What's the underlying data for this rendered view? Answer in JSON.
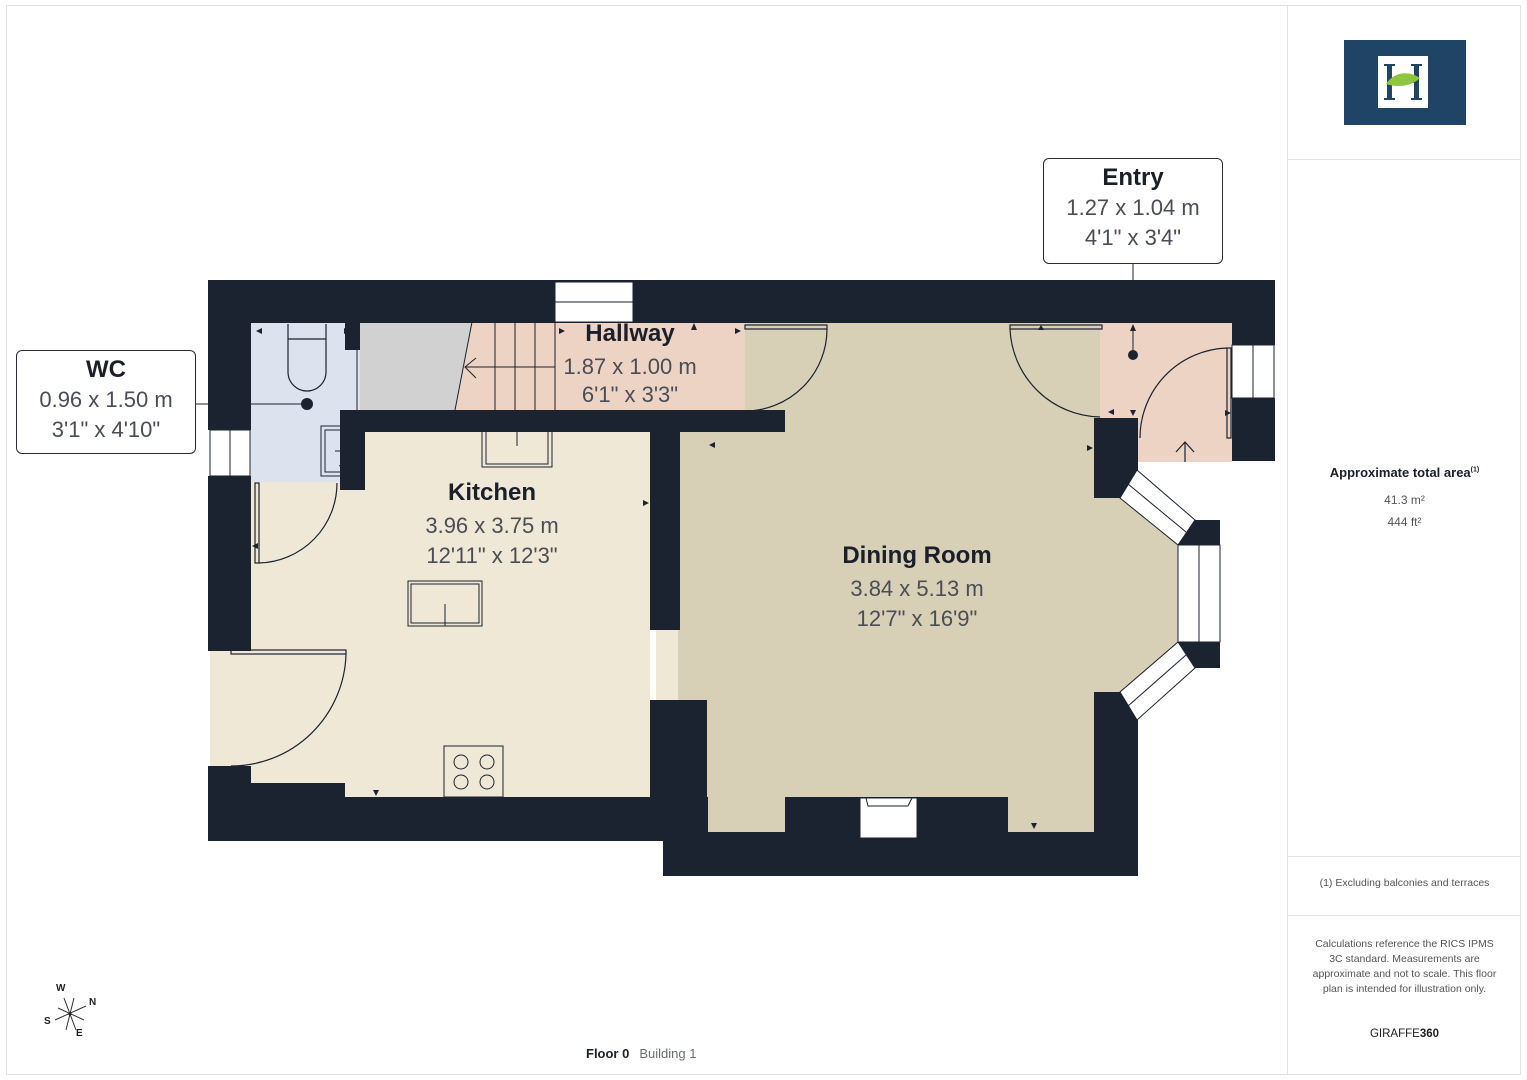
{
  "rooms": [
    {
      "name": "Hallway",
      "metric": "1.87 x 1.00 m",
      "imperial": "6'1\" x 3'3\"",
      "color": "#ecd3c4"
    },
    {
      "name": "Kitchen",
      "metric": "3.96 x 3.75 m",
      "imperial": "12'11\" x 12'3\"",
      "color": "#efe8d6"
    },
    {
      "name": "Dining Room",
      "metric": "3.84 x 5.13 m",
      "imperial": "12'7\" x 16'9\"",
      "color": "#d8cfb7"
    }
  ],
  "callouts": {
    "wc": {
      "name": "WC",
      "metric": "0.96 x 1.50 m",
      "imperial": "3'1\" x 4'10\"",
      "color": "#dde3ee"
    },
    "entry": {
      "name": "Entry",
      "metric": "1.27 x 1.04 m",
      "imperial": "4'1\" x 3'4\"",
      "color": "#ecd3c4"
    }
  },
  "stairs_color": "#d1d1d1",
  "wall_color": "#1b2230",
  "sidebar": {
    "logo_letter": "H",
    "logo_bg": "#1f4466",
    "logo_accent": "#8dc63f",
    "area_title": "Approximate total area",
    "area_footnote_mark": "(1)",
    "area_m2": "41.3 m²",
    "area_ft2": "444 ft²",
    "footnote": "(1) Excluding balconies and terraces",
    "disclaimer": "Calculations reference the RICS IPMS 3C standard. Measurements are approximate and not to scale. This floor plan is intended for illustration only.",
    "brand_light": "GIRAFFE",
    "brand_bold": "360"
  },
  "footer": {
    "floor": "Floor 0",
    "building": "Building 1"
  },
  "compass": {
    "n": "N",
    "s": "S",
    "e": "E",
    "w": "W"
  }
}
